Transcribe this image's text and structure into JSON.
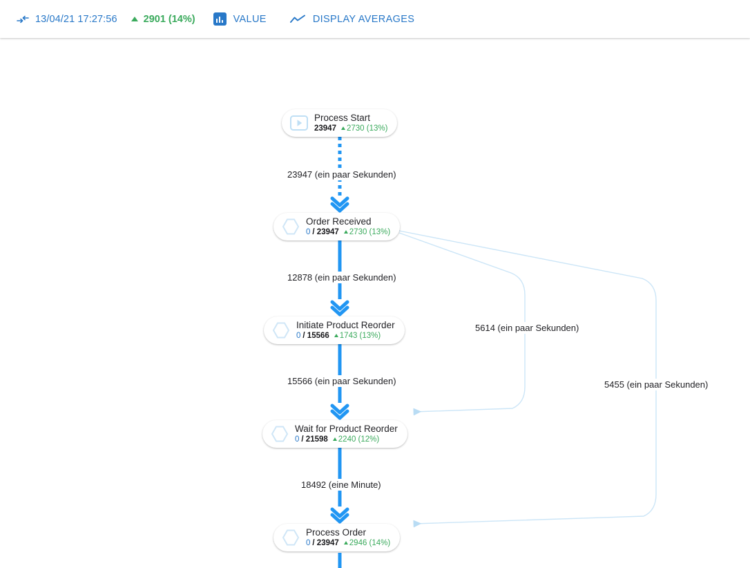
{
  "toolbar": {
    "collapse_icon": "arrows-collapse-icon",
    "timestamp": "13/04/21 17:27:56",
    "delta": "2901 (14%)",
    "delta_icon": "triangle-up-icon",
    "value_label": "VALUE",
    "value_icon": "bar-chart-icon",
    "averages_label": "DISPLAY AVERAGES",
    "averages_icon": "line-chart-icon",
    "colors": {
      "accent_blue": "#2878c8",
      "positive_green": "#3aaa5c",
      "edge_blue": "#2196f3",
      "faint_edge_blue": "#cbe5f7"
    }
  },
  "diagram": {
    "nodes": [
      {
        "id": "process-start",
        "icon": "play-start-icon",
        "title": "Process Start",
        "open": "",
        "total": "23947",
        "delta": "2730 (13%)"
      },
      {
        "id": "order-received",
        "icon": "hexagon-task-icon",
        "title": "Order Received",
        "open": "0",
        "total": "/ 23947",
        "delta": "2730 (13%)"
      },
      {
        "id": "initiate-product-reorder",
        "icon": "hexagon-task-icon",
        "title": "Initiate Product Reorder",
        "open": "0",
        "total": "/ 15566",
        "delta": "1743 (13%)"
      },
      {
        "id": "wait-for-product-reorder",
        "icon": "hexagon-task-icon",
        "title": "Wait for Product Reorder",
        "open": "0",
        "total": "/ 21598",
        "delta": "2240 (12%)"
      },
      {
        "id": "process-order",
        "icon": "hexagon-task-icon",
        "title": "Process Order",
        "open": "0",
        "total": "/ 23947",
        "delta": "2946 (14%)"
      }
    ],
    "edges": [
      {
        "id": "e1",
        "label": "23947 (ein paar Sekunden)",
        "style": "dotted"
      },
      {
        "id": "e2",
        "label": "12878 (ein paar Sekunden)",
        "style": "solid"
      },
      {
        "id": "e3",
        "label": "15566 (ein paar Sekunden)",
        "style": "solid"
      },
      {
        "id": "e4",
        "label": "18492 (eine Minute)",
        "style": "solid"
      },
      {
        "id": "e5",
        "label": "5614 (ein paar Sekunden)",
        "style": "faint"
      },
      {
        "id": "e6",
        "label": "5455 (ein paar Sekunden)",
        "style": "faint"
      }
    ]
  }
}
